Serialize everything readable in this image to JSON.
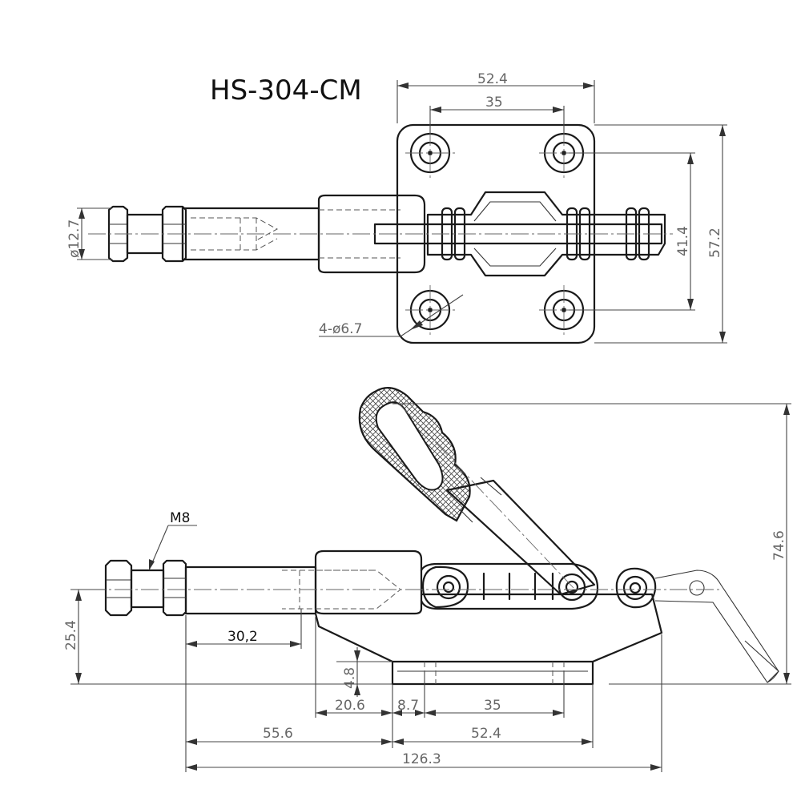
{
  "title": "HS-304-CM",
  "top_view": {
    "plate_width": "52.4",
    "hole_spacing_x": "35",
    "hole_spacing_y": "41.4",
    "plate_height": "57.2",
    "shaft_diameter": "ø12.7",
    "holes": "4-ø6.7"
  },
  "side_view": {
    "thread": "M8",
    "overall_height": "74.6",
    "axis_height": "25.4",
    "thread_length": "30,2",
    "base_thickness": "4.8",
    "offset_a": "20.6",
    "offset_b": "8.7",
    "hole_spacing": "35",
    "reach": "55.6",
    "base_length": "52.4",
    "overall_length": "126.3"
  }
}
